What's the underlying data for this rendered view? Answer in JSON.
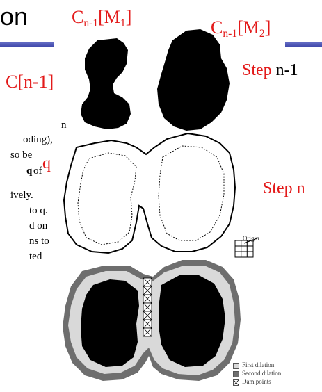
{
  "title_fragment": "on",
  "labels": {
    "cm1": {
      "main": "C",
      "sub": "n-1",
      "tail": "[M",
      "tail_sub": "1",
      "end": "]"
    },
    "cm2": {
      "main": "C",
      "sub": "n-1",
      "tail": "[M",
      "tail_sub": "2",
      "end": "]"
    },
    "cn1": "C[n-1]",
    "q": "q",
    "step_prev": {
      "word": "Step",
      "num": " n-1"
    },
    "step_n": "Step n"
  },
  "text_fragments": [
    "n",
    "oding),",
    "so be",
    "q",
    " of",
    "ively.",
    " to q.",
    "d on",
    "ns to",
    "ted"
  ],
  "structuring_element": {
    "label": "Origin"
  },
  "legend": [
    {
      "label": "First dilation",
      "color": "#d9d9d9"
    },
    {
      "label": "Second dilation",
      "color": "#6e6e6e"
    },
    {
      "label": "Dam points",
      "color": "#ffffff"
    }
  ],
  "colors": {
    "accent_red": "#e31a1a",
    "region": "#000000",
    "dilation1": "#d9d9d9",
    "dilation2": "#6e6e6e",
    "bar": "#4a52b8"
  }
}
